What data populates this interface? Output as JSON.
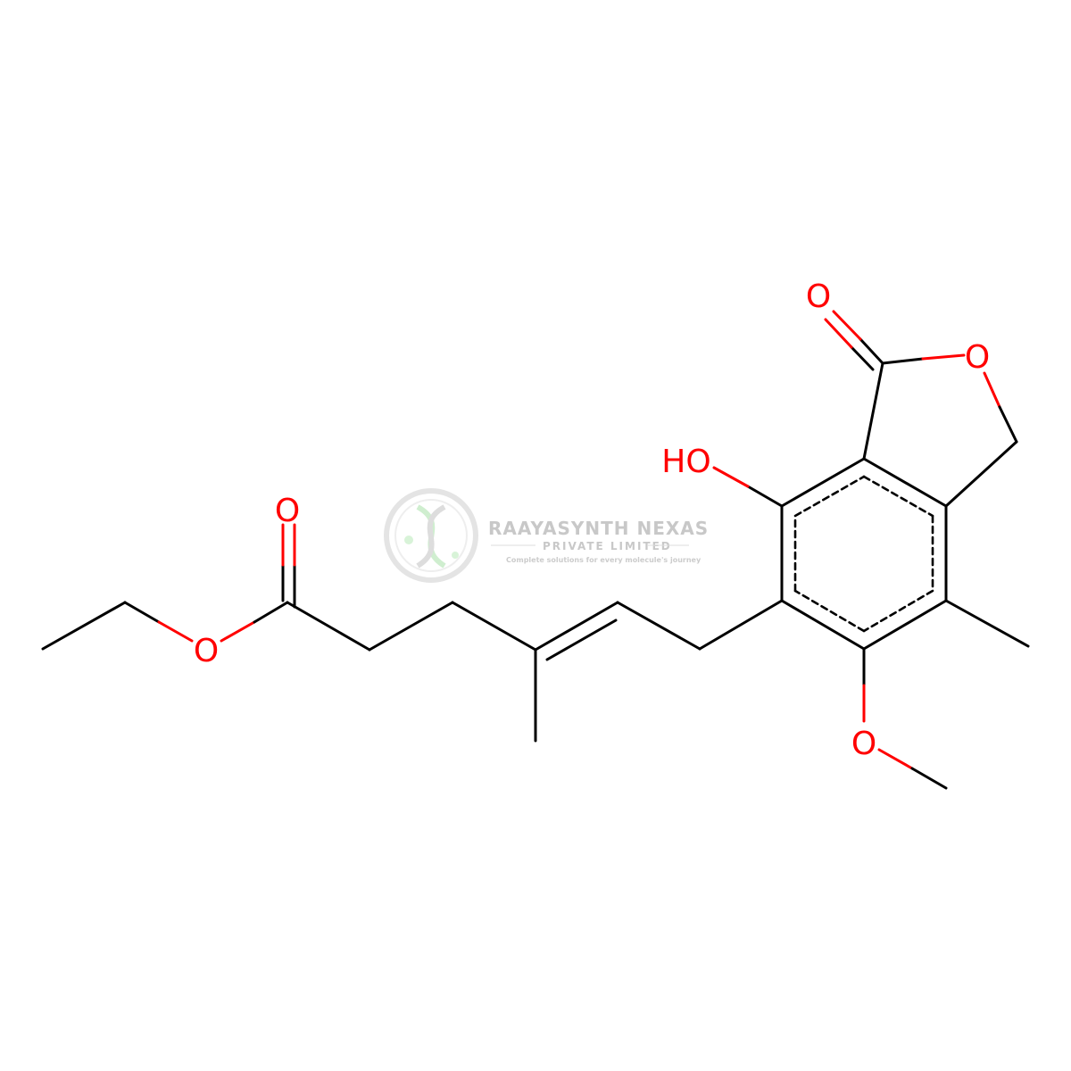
{
  "molecule": {
    "atom_labels": {
      "carbonyl_o_top": "O",
      "ring_o": "O",
      "hydroxyl": "HO",
      "ester_carbonyl_o": "O",
      "ester_o": "O",
      "methoxy_o": "O"
    },
    "colors": {
      "bond": "#000000",
      "heteroatom": "#ff0000"
    }
  },
  "watermark": {
    "company": "RAAYASYNTH NEXAS",
    "subtitle": "PRIVATE LIMITED",
    "tagline": "Complete solutions for every molecule's journey",
    "logo_icon": "dna-helix-logo-icon",
    "color": "#c8c8c8",
    "accent_color": "#9be39b"
  }
}
